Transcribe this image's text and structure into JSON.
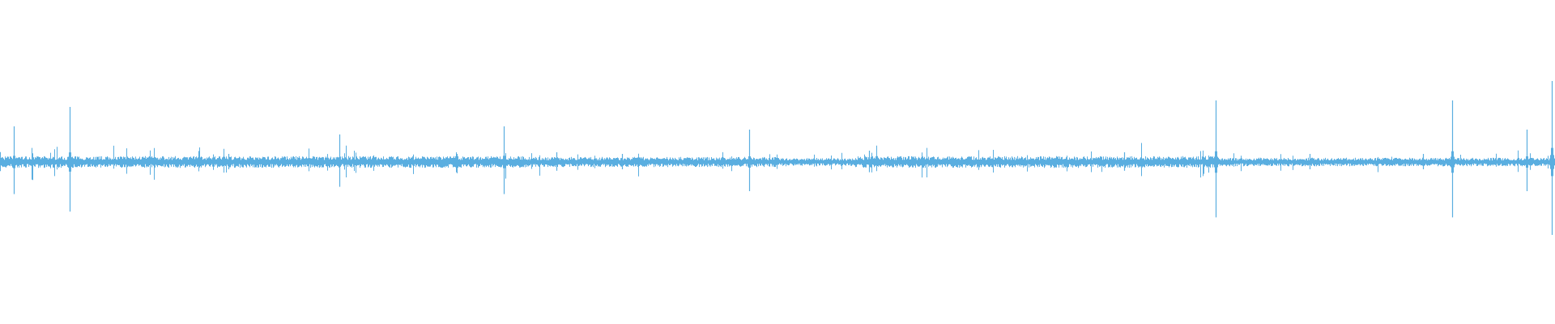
{
  "waveform": {
    "color": "#5aaee0",
    "background": "#ffffff",
    "baseline_amplitude": 0.012,
    "noise_seed": 7,
    "spikes": [
      {
        "position": 0.009,
        "amplitude": 0.11
      },
      {
        "position": 0.045,
        "amplitude": 0.17
      },
      {
        "position": 0.147,
        "amplitude": 0.025
      },
      {
        "position": 0.218,
        "amplitude": 0.085
      },
      {
        "position": 0.324,
        "amplitude": 0.11
      },
      {
        "position": 0.358,
        "amplitude": 0.03
      },
      {
        "position": 0.4,
        "amplitude": 0.025
      },
      {
        "position": 0.482,
        "amplitude": 0.1
      },
      {
        "position": 0.559,
        "amplitude": 0.035
      },
      {
        "position": 0.723,
        "amplitude": 0.03
      },
      {
        "position": 0.782,
        "amplitude": 0.19
      },
      {
        "position": 0.842,
        "amplitude": 0.025
      },
      {
        "position": 0.915,
        "amplitude": 0.025
      },
      {
        "position": 0.934,
        "amplitude": 0.19
      },
      {
        "position": 0.982,
        "amplitude": 0.1
      },
      {
        "position": 0.998,
        "amplitude": 0.25
      }
    ],
    "dense_regions": [
      {
        "start": 0.0,
        "end": 0.34,
        "intensity": 1.5
      },
      {
        "start": 0.34,
        "end": 0.5,
        "intensity": 1.3
      },
      {
        "start": 0.55,
        "end": 0.78,
        "intensity": 1.5
      },
      {
        "start": 0.78,
        "end": 1.0,
        "intensity": 1.1
      }
    ]
  }
}
